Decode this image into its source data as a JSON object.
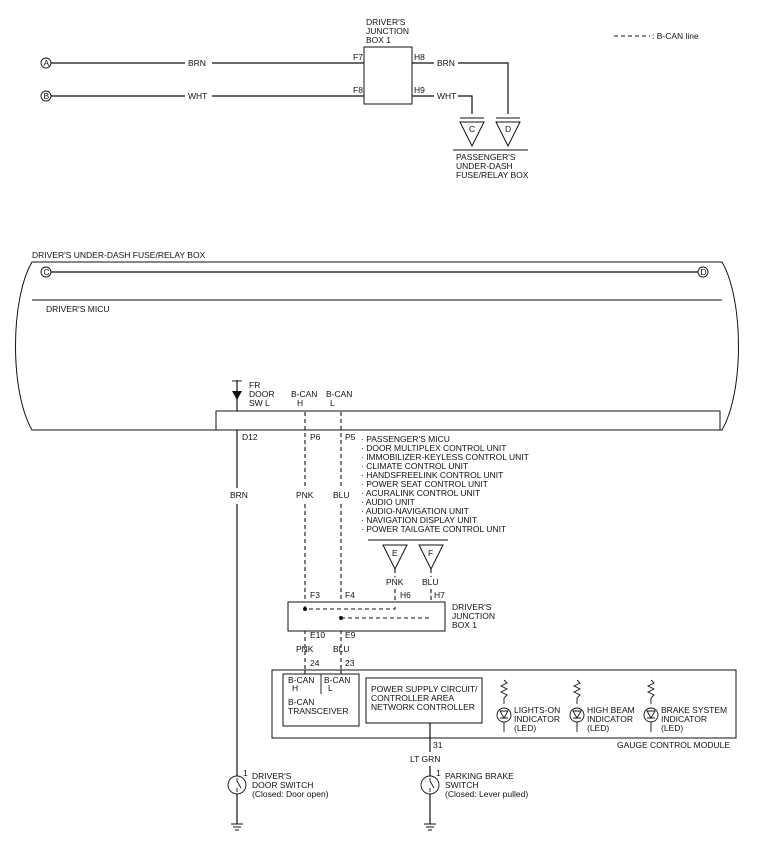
{
  "legend": {
    "bcan": ": B-CAN line"
  },
  "top": {
    "connector_a": "A",
    "connector_b": "B",
    "wire_brn": "BRN",
    "wire_wht": "WHT",
    "djb_title": [
      "DRIVER'S",
      "JUNCTION",
      "BOX 1"
    ],
    "pins": {
      "f7": "F7",
      "f8": "F8",
      "h8": "H8",
      "h9": "H9"
    },
    "conn_c": "C",
    "conn_d": "D",
    "passenger_box": [
      "PASSENGER'S",
      "UNDER-DASH",
      "FUSE/RELAY BOX"
    ]
  },
  "mid": {
    "fuse_box_label": "DRIVER'S UNDER-DASH FUSE/RELAY BOX",
    "conn_c": "C",
    "conn_d": "D",
    "micu_label": "DRIVER'S MICU",
    "pin_fr_door": [
      "FR",
      "DOOR",
      "SW L"
    ],
    "pin_bcan_h": [
      "B-CAN",
      "H"
    ],
    "pin_bcan_l": [
      "B-CAN",
      "L"
    ],
    "pin_d12": "D12",
    "pin_p6": "P6",
    "pin_p5": "P5",
    "units": [
      "· PASSENGER'S MICU",
      "· DOOR MULTIPLEX CONTROL UNIT",
      "· IMMOBILIZER-KEYLESS CONTROL UNIT",
      "· CLIMATE CONTROL UNIT",
      "· HANDSFREELINK CONTROL UNIT",
      "· POWER SEAT CONTROL UNIT",
      "· ACURALINK CONTROL UNIT",
      "· AUDIO UNIT",
      "· AUDIO-NAVIGATION UNIT",
      "· NAVIGATION DISPLAY UNIT",
      "· POWER TAILGATE CONTROL UNIT"
    ],
    "wire_brn": "BRN",
    "wire_pnk": "PNK",
    "wire_blu": "BLU",
    "conn_e": "E",
    "conn_f": "F"
  },
  "lower": {
    "djb_label": [
      "DRIVER'S",
      "JUNCTION",
      "BOX 1"
    ],
    "pins": {
      "f3": "F3",
      "f4": "F4",
      "h6": "H6",
      "h7": "H7",
      "e10": "E10",
      "e9": "E9"
    },
    "wire_pnk": "PNK",
    "wire_blu": "BLU",
    "pin_24": "24",
    "pin_23": "23",
    "gauge_title": "GAUGE CONTROL MODULE",
    "transceiver_h": [
      "B-CAN",
      "H"
    ],
    "transceiver_l": [
      "B-CAN",
      "L"
    ],
    "transceiver_name": [
      "B-CAN",
      "TRANSCEIVER"
    ],
    "psc": [
      "POWER SUPPLY CIRCUIT/",
      "CONTROLLER AREA",
      "NETWORK CONTROLLER"
    ],
    "ind_lights": [
      "LIGHTS-ON",
      "INDICATOR",
      "(LED)"
    ],
    "ind_high": [
      "HIGH BEAM",
      "INDICATOR",
      "(LED)"
    ],
    "ind_brake": [
      "BRAKE SYSTEM",
      "INDICATOR",
      "(LED)"
    ],
    "pin_31": "31",
    "wire_ltgrn": "LT GRN",
    "door_switch_pin": "1",
    "door_switch": [
      "DRIVER'S",
      "DOOR SWITCH",
      "(Closed: Door open)"
    ],
    "brake_switch_pin": "1",
    "brake_switch": [
      "PARKING BRAKE",
      "SWITCH",
      "(Closed: Lever pulled)"
    ]
  }
}
